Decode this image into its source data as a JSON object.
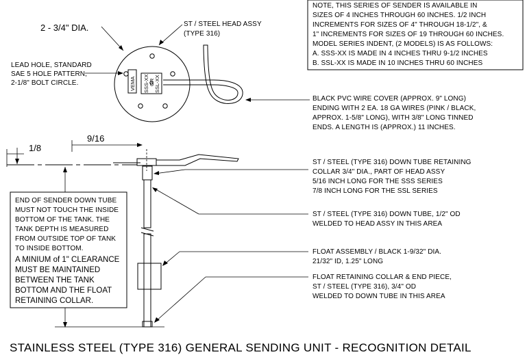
{
  "labels": {
    "diameter": "2 - 3/4\" DIA.",
    "head_assy": [
      "ST / STEEL HEAD ASSY",
      "(TYPE 316)"
    ],
    "lead_hole": [
      "LEAD HOLE, STANDARD",
      "SAE 5 HOLE PATTERN,",
      "2-1/8\" BOLT CIRCLE."
    ],
    "note": [
      "NOTE, THIS SERIES OF SENDER IS AVAILABLE IN",
      "SIZES OF 4 INCHES THROUGH 60 INCHES. 1/2 INCH",
      "INCREMENTS FOR SIZES OF 4\" THROUGH 18-1/2\", &",
      "1\" INCREMENTS FOR SIZES OF 19 THROUGH 60 INCHES.",
      "MODEL SERIES INDENT, (2 MODELS) IS AS FOLLOWS:",
      "A. SSS-XX IS MADE IN 4 INCHES THRU 9-1/2 INCHES",
      "B. SSL-XX IS MADE IN 10 INCHES THRU 60 INCHES"
    ],
    "wire_cover": [
      "BLACK PVC WIRE COVER (APPROX. 9\" LONG)",
      "ENDING WITH 2 EA. 18 GA WIRES (PINK / BLACK,",
      "APPROX. 1-5/8\" LONG), WITH 3/8\" LONG TINNED",
      "ENDS. A LENGTH IS (APPROX.) 11 INCHES."
    ],
    "dim_9_16": "9/16",
    "dim_1_8": "1/8",
    "retaining_collar": [
      "ST / STEEL (TYPE 316) DOWN TUBE RETAINING",
      "COLLAR 3/4\" DIA., PART OF HEAD ASSY",
      "5/16 INCH LONG FOR THE SSS SERIES",
      "7/8 INCH LONG FOR THE SSL SERIES"
    ],
    "down_tube": [
      "ST / STEEL (TYPE 316) DOWN TUBE, 1/2\" OD",
      "WELDED TO HEAD ASSY IN THIS AREA"
    ],
    "float_assembly": [
      "FLOAT ASSEMBLY / BLACK 1-9/32\" DIA.",
      "21/32\" ID, 1.25\" LONG"
    ],
    "float_collar": [
      "FLOAT RETAINING COLLAR & END PIECE,",
      "ST / STEEL (TYPE 316), 3/4\" OD",
      "WELDED TO DOWN TUBE IN THIS AREA"
    ],
    "tank_note": [
      "END OF SENDER DOWN TUBE",
      "MUST NOT TOUCH THE INSIDE",
      "BOTTOM OF THE TANK. THE",
      "TANK DEPTH IS MEASURED",
      "FROM OUTSIDE TOP OF TANK",
      "TO INSIDE BOTTOM."
    ],
    "clearance_note": [
      "A MINIUM of 1\" CLEARANCE",
      "MUST BE MAINTAINED",
      "BETWEEN THE TANK",
      "BOTTOM AND THE FLOAT",
      "RETAINING COLLAR."
    ],
    "plate_marks": {
      "vema": "VEMA",
      "sss": "SSS-XX",
      "ssl": "SSL-XX",
      "or": "OR"
    }
  },
  "title": "STAINLESS STEEL (TYPE 316) GENERAL SENDING UNIT - RECOGNITION DETAIL"
}
